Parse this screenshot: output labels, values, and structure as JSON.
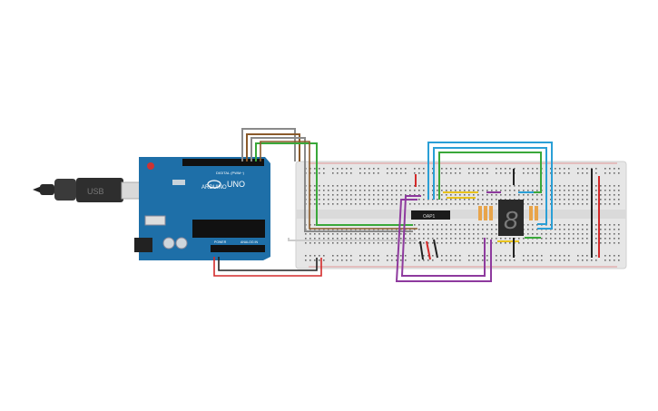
{
  "arduino": {
    "brand": "ARDUINO",
    "model": "UNO",
    "digital_label": "DIGITAL (PWM~)",
    "power_label": "POWER",
    "analog_label": "ANALOG IN"
  },
  "ic": {
    "label": "OAP1"
  },
  "seven_segment": {
    "digit": "8"
  },
  "colors": {
    "board": "#1e6fa8",
    "breadboard": "#e6e6e6",
    "wire_gray": "#8a8a8a",
    "wire_brown": "#8a5a2b",
    "wire_green": "#3aa83a",
    "wire_blue": "#2a9fd6",
    "wire_purple": "#8e3a9e",
    "wire_red": "#d42a2a",
    "wire_black": "#222222",
    "wire_yellow": "#e8c21c"
  }
}
